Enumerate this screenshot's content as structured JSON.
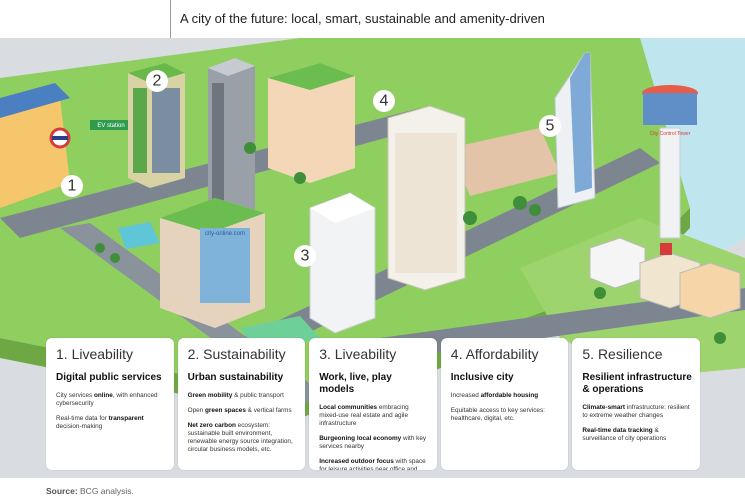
{
  "title": "A city of the future: local, smart, sustainable and amenity-driven",
  "illustration": {
    "markers": [
      "1",
      "2",
      "3",
      "4",
      "5"
    ],
    "signs": {
      "station": "EV station",
      "website": "city-online.com",
      "tower": "City Control Tower"
    }
  },
  "cards": [
    {
      "title": "1. Liveability",
      "subtitle": "Digital public services",
      "items": [
        [
          {
            "t": "City services "
          },
          {
            "t": "online",
            "b": true
          },
          {
            "t": ", with enhanced cybersecurity"
          }
        ],
        [
          {
            "t": "Real-time data for "
          },
          {
            "t": "transparent",
            "b": true
          },
          {
            "t": " decision-making"
          }
        ]
      ]
    },
    {
      "title": "2. Sustainability",
      "subtitle": "Urban sustainability",
      "items": [
        [
          {
            "t": "Green mobility",
            "b": true
          },
          {
            "t": " & public transport"
          }
        ],
        [
          {
            "t": "Open "
          },
          {
            "t": "green spaces",
            "b": true
          },
          {
            "t": " & vertical farms"
          }
        ],
        [
          {
            "t": "Net zero carbon",
            "b": true
          },
          {
            "t": " ecosystem: sustainable built environment, renewable energy source integration, circular business models, etc."
          }
        ]
      ]
    },
    {
      "title": "3. Liveability",
      "subtitle": "Work, live, play models",
      "items": [
        [
          {
            "t": "Local communities",
            "b": true
          },
          {
            "t": " embracing mixed-use real estate and agile infrastructure"
          }
        ],
        [
          {
            "t": "Burgeoning local economy",
            "b": true
          },
          {
            "t": " with key services nearby"
          }
        ],
        [
          {
            "t": "Increased outdoor focus",
            "b": true
          },
          {
            "t": " with space for leisure activities near office and residential areas"
          }
        ]
      ]
    },
    {
      "title": "4. Affordability",
      "subtitle": "Inclusive city",
      "items": [
        [
          {
            "t": "Increased "
          },
          {
            "t": "affordable housing",
            "b": true
          }
        ],
        [
          {
            "t": "Equitable access to key services: healthcare, digital, etc."
          }
        ]
      ]
    },
    {
      "title": "5. Resilience",
      "subtitle": "Resilient infrastructure & operations",
      "items": [
        [
          {
            "t": "Climate-smart",
            "b": true
          },
          {
            "t": " infrastructure: resilient to extreme weather changes"
          }
        ],
        [
          {
            "t": "Real-time data tracking",
            "b": true
          },
          {
            "t": " & surveillance of city operations"
          }
        ]
      ]
    }
  ],
  "source": {
    "label": "Source:",
    "text": " BCG analysis."
  }
}
